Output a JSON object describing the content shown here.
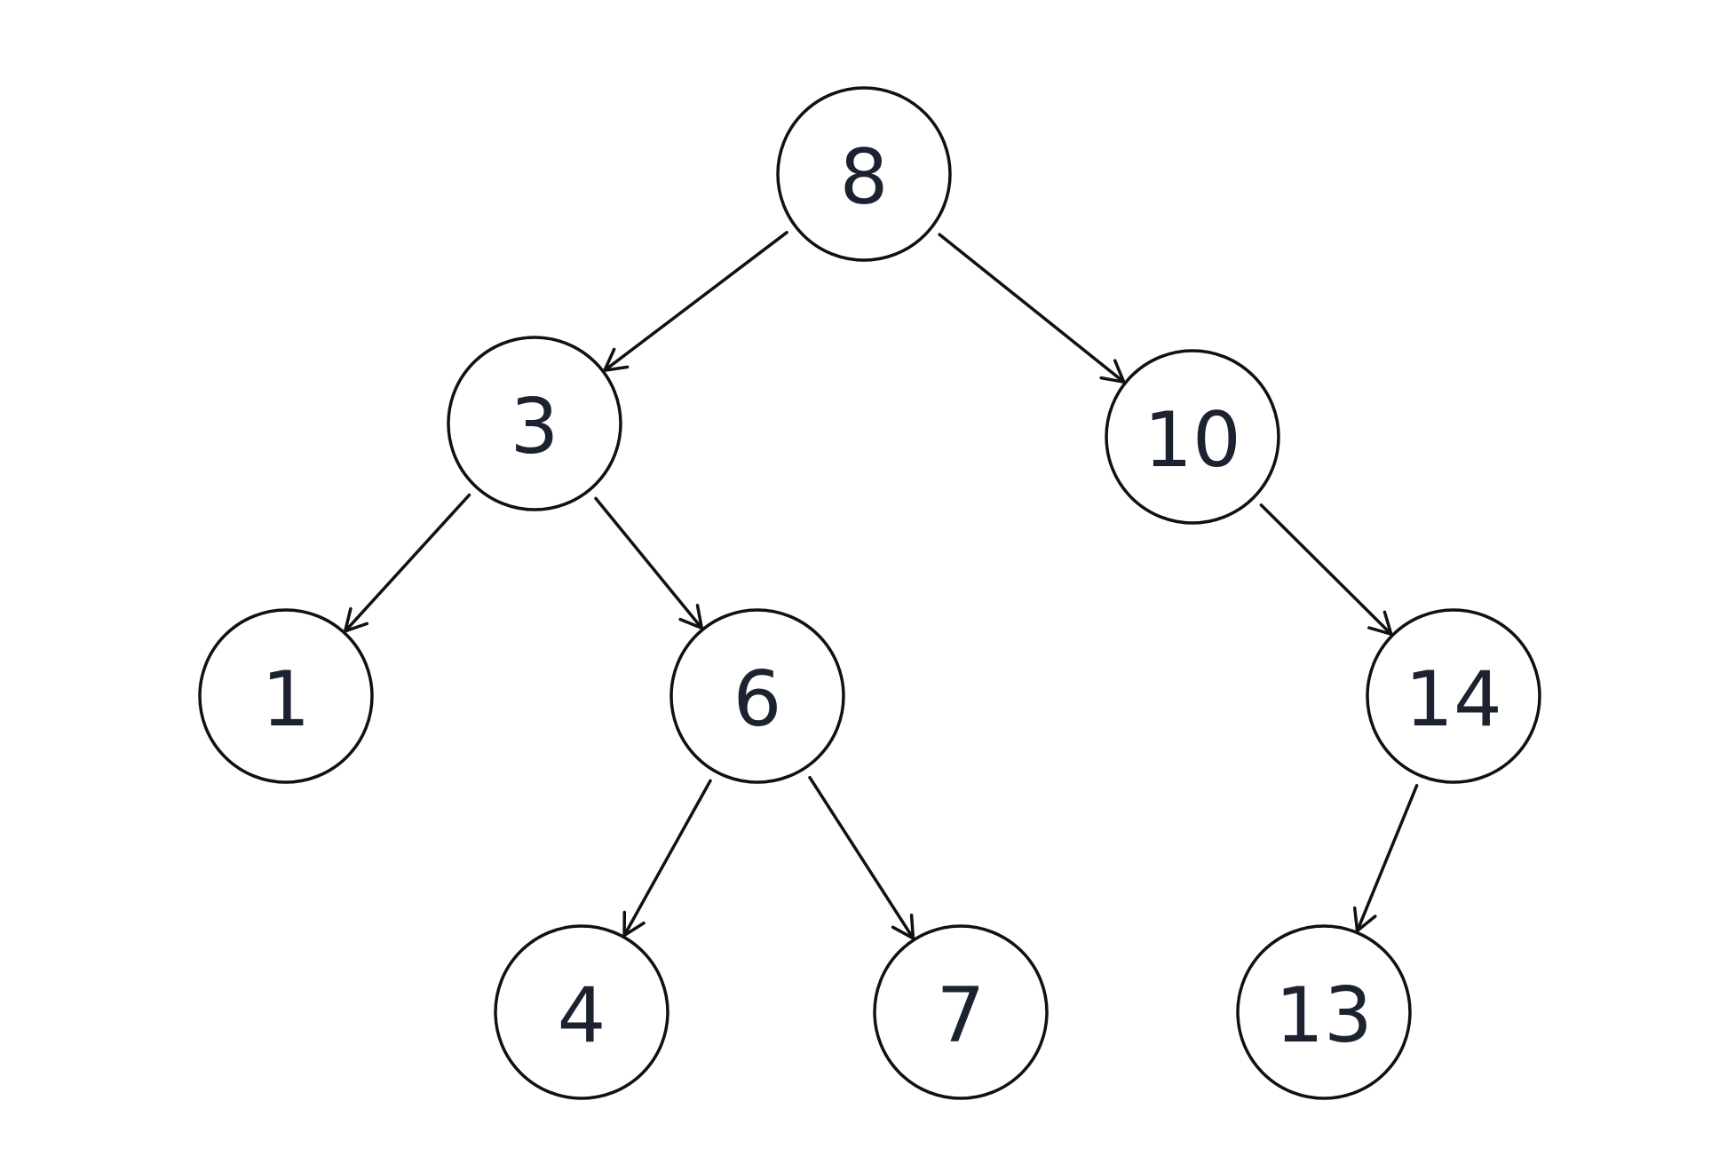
{
  "tree": {
    "nodes": [
      {
        "id": "n8",
        "label": "8"
      },
      {
        "id": "n3",
        "label": "3"
      },
      {
        "id": "n10",
        "label": "10"
      },
      {
        "id": "n1",
        "label": "1"
      },
      {
        "id": "n6",
        "label": "6"
      },
      {
        "id": "n14",
        "label": "14"
      },
      {
        "id": "n4",
        "label": "4"
      },
      {
        "id": "n7",
        "label": "7"
      },
      {
        "id": "n13",
        "label": "13"
      }
    ],
    "edges": [
      {
        "from": "n8",
        "to": "n3"
      },
      {
        "from": "n8",
        "to": "n10"
      },
      {
        "from": "n3",
        "to": "n1"
      },
      {
        "from": "n3",
        "to": "n6"
      },
      {
        "from": "n10",
        "to": "n14"
      },
      {
        "from": "n6",
        "to": "n4"
      },
      {
        "from": "n6",
        "to": "n7"
      },
      {
        "from": "n14",
        "to": "n13"
      }
    ],
    "colors": {
      "stroke": "#111111",
      "label": "#1c2230",
      "background": "#ffffff"
    }
  }
}
